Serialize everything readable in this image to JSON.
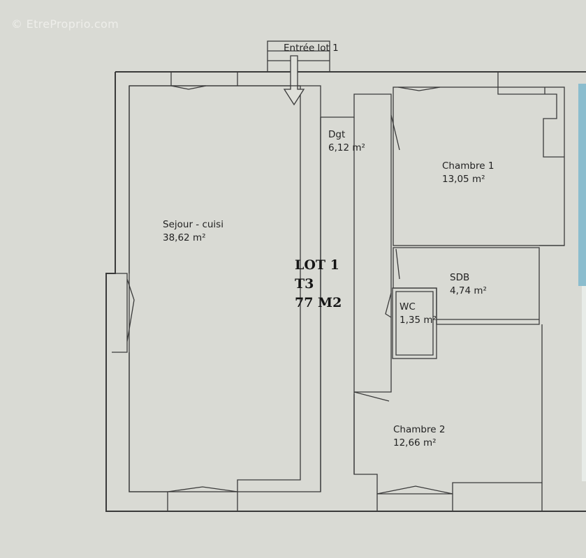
{
  "watermark": "© EtreProprio.com",
  "entrance": {
    "label": "Entrée lot 1"
  },
  "rooms": [
    {
      "name": "Sejour - cuisi",
      "area": "38,62 m²"
    },
    {
      "name": "Dgt",
      "area": "6,12 m²"
    },
    {
      "name": "Chambre 1",
      "area": "13,05 m²"
    },
    {
      "name": "SDB",
      "area": "4,74 m²"
    },
    {
      "name": "WC",
      "area": "1,35 m²"
    },
    {
      "name": "Chambre 2",
      "area": "12,66 m²"
    }
  ],
  "lot": {
    "line1": "LOT 1",
    "line2": "T3",
    "line3": "77 M2"
  },
  "colors": {
    "paper": "#d9dad4",
    "lines": "#3a3a3a",
    "accent_edge": "#4aa6c9"
  }
}
